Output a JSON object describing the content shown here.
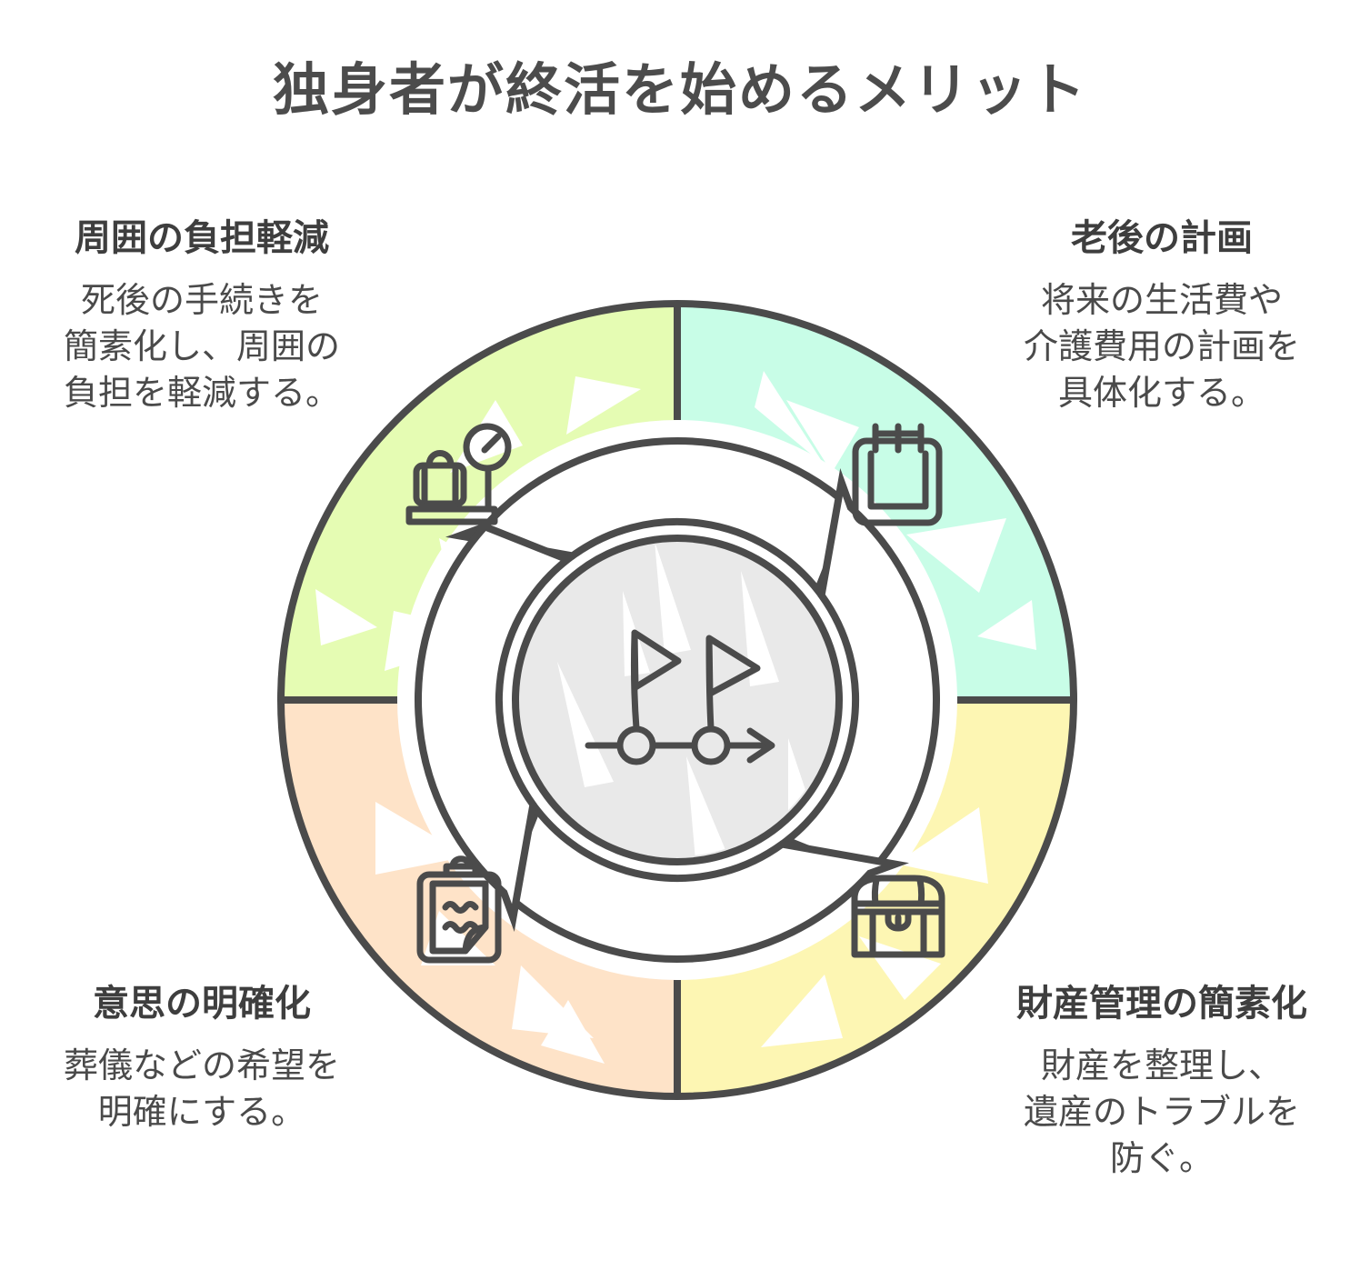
{
  "title": "独身者が終活を始めるメリット",
  "colors": {
    "outline": "#4b4b4b",
    "center_fill": "#e9e9e9",
    "background": "#ffffff",
    "quadrant_top_left": "#e5fcb3",
    "quadrant_top_right": "#c8fde7",
    "quadrant_bottom_left": "#fee3c8",
    "quadrant_bottom_right": "#fdf6b3"
  },
  "center": {
    "icon": "milestone-flags-icon"
  },
  "quadrants": [
    {
      "position": "top-left",
      "heading": "周囲の負担軽減",
      "body": "死後の手続きを\n簡素化し、周囲の\n負担を軽減する。",
      "color": "#e5fcb3",
      "icon": "luggage-scale-icon"
    },
    {
      "position": "top-right",
      "heading": "老後の計画",
      "body": "将来の生活費や\n介護費用の計画を\n具体化する。",
      "color": "#c8fde7",
      "icon": "calendar-icon"
    },
    {
      "position": "bottom-left",
      "heading": "意思の明確化",
      "body": "葬儀などの希望を\n明確にする。",
      "color": "#fee3c8",
      "icon": "clipboard-icon"
    },
    {
      "position": "bottom-right",
      "heading": "財産管理の簡素化",
      "body": "財産を整理し、\n遺産のトラブルを\n防ぐ。",
      "color": "#fdf6b3",
      "icon": "treasure-chest-icon"
    }
  ]
}
